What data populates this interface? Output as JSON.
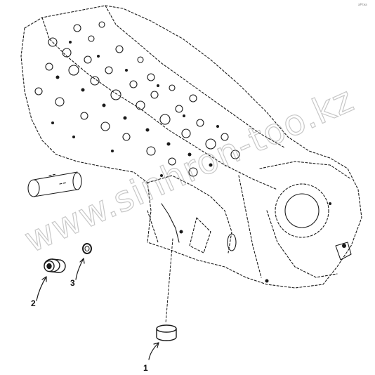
{
  "watermark": "www.sinhron-too.kz",
  "corner_code": "aP tea",
  "parts": [
    {
      "label": "1"
    },
    {
      "label": "2"
    },
    {
      "label": "3"
    }
  ]
}
